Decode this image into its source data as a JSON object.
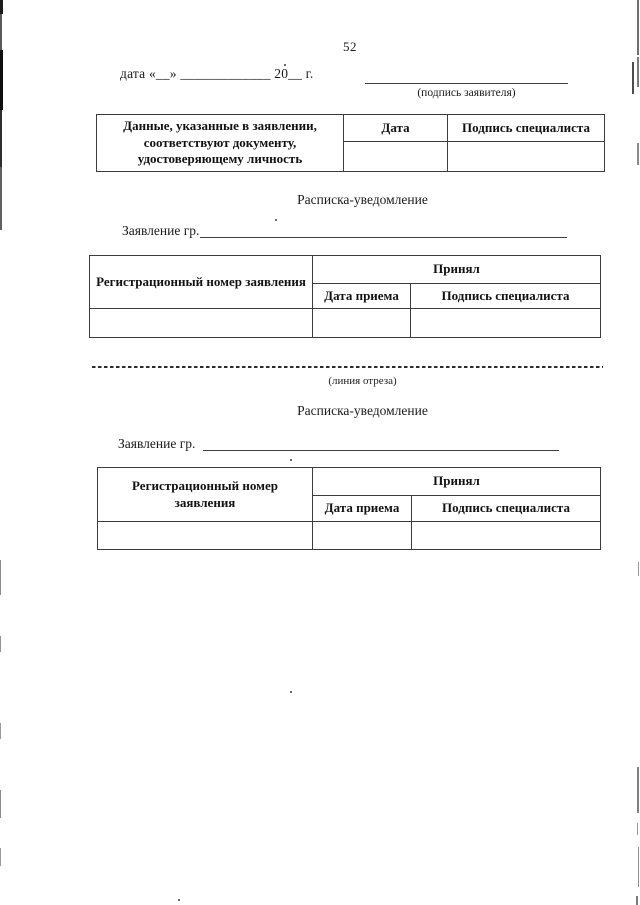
{
  "page": {
    "number": "52"
  },
  "header": {
    "date_line": "дата «__» _____________ 20__ г.",
    "signature_caption": "(подпись заявителя)"
  },
  "verification_table": {
    "statement": "Данные, указанные в заявлении, соответствуют документу, удостоверяющему личность",
    "columns": {
      "date": "Дата",
      "specialist_signature": "Подпись специалиста"
    }
  },
  "receipt_1": {
    "title": "Расписка-уведомление",
    "application_label": "Заявление гр.",
    "table": {
      "reg_number": "Регистрационный номер заявления",
      "accepted": "Принял",
      "date_received": "Дата приема",
      "specialist_signature": "Подпись специалиста"
    }
  },
  "cut_line": {
    "caption": "(линия отреза)"
  },
  "receipt_2": {
    "title": "Расписка-уведомление",
    "application_label": "Заявление гр.",
    "table": {
      "reg_number": "Регистрационный номер заявления",
      "accepted": "Принял",
      "date_received": "Дата приема",
      "specialist_signature": "Подпись специалиста"
    }
  }
}
